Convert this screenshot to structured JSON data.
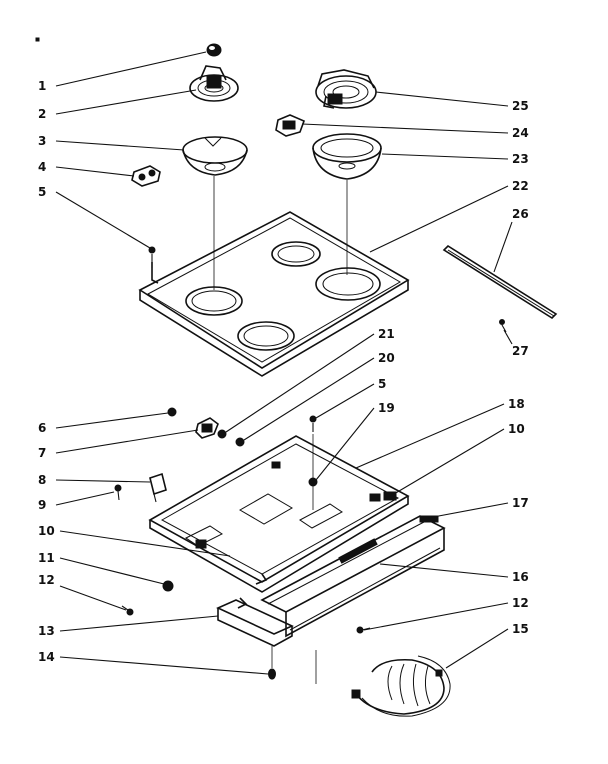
{
  "diagram": {
    "callouts": [
      {
        "id": "1",
        "text": "1"
      },
      {
        "id": "2",
        "text": "2"
      },
      {
        "id": "3",
        "text": "3"
      },
      {
        "id": "4",
        "text": "4"
      },
      {
        "id": "5a",
        "text": "5"
      },
      {
        "id": "25",
        "text": "25"
      },
      {
        "id": "24",
        "text": "24"
      },
      {
        "id": "23",
        "text": "23"
      },
      {
        "id": "22",
        "text": "22"
      },
      {
        "id": "26",
        "text": "26"
      },
      {
        "id": "27",
        "text": "27"
      },
      {
        "id": "21",
        "text": "21"
      },
      {
        "id": "20",
        "text": "20"
      },
      {
        "id": "5b",
        "text": "5"
      },
      {
        "id": "19",
        "text": "19"
      },
      {
        "id": "18",
        "text": "18"
      },
      {
        "id": "10a",
        "text": "10"
      },
      {
        "id": "6",
        "text": "6"
      },
      {
        "id": "7",
        "text": "7"
      },
      {
        "id": "8",
        "text": "8"
      },
      {
        "id": "9",
        "text": "9"
      },
      {
        "id": "10b",
        "text": "10"
      },
      {
        "id": "11",
        "text": "11"
      },
      {
        "id": "12a",
        "text": "12"
      },
      {
        "id": "13",
        "text": "13"
      },
      {
        "id": "14",
        "text": "14"
      },
      {
        "id": "17",
        "text": "17"
      },
      {
        "id": "16",
        "text": "16"
      },
      {
        "id": "12b",
        "text": "12"
      },
      {
        "id": "15",
        "text": "15"
      }
    ]
  }
}
